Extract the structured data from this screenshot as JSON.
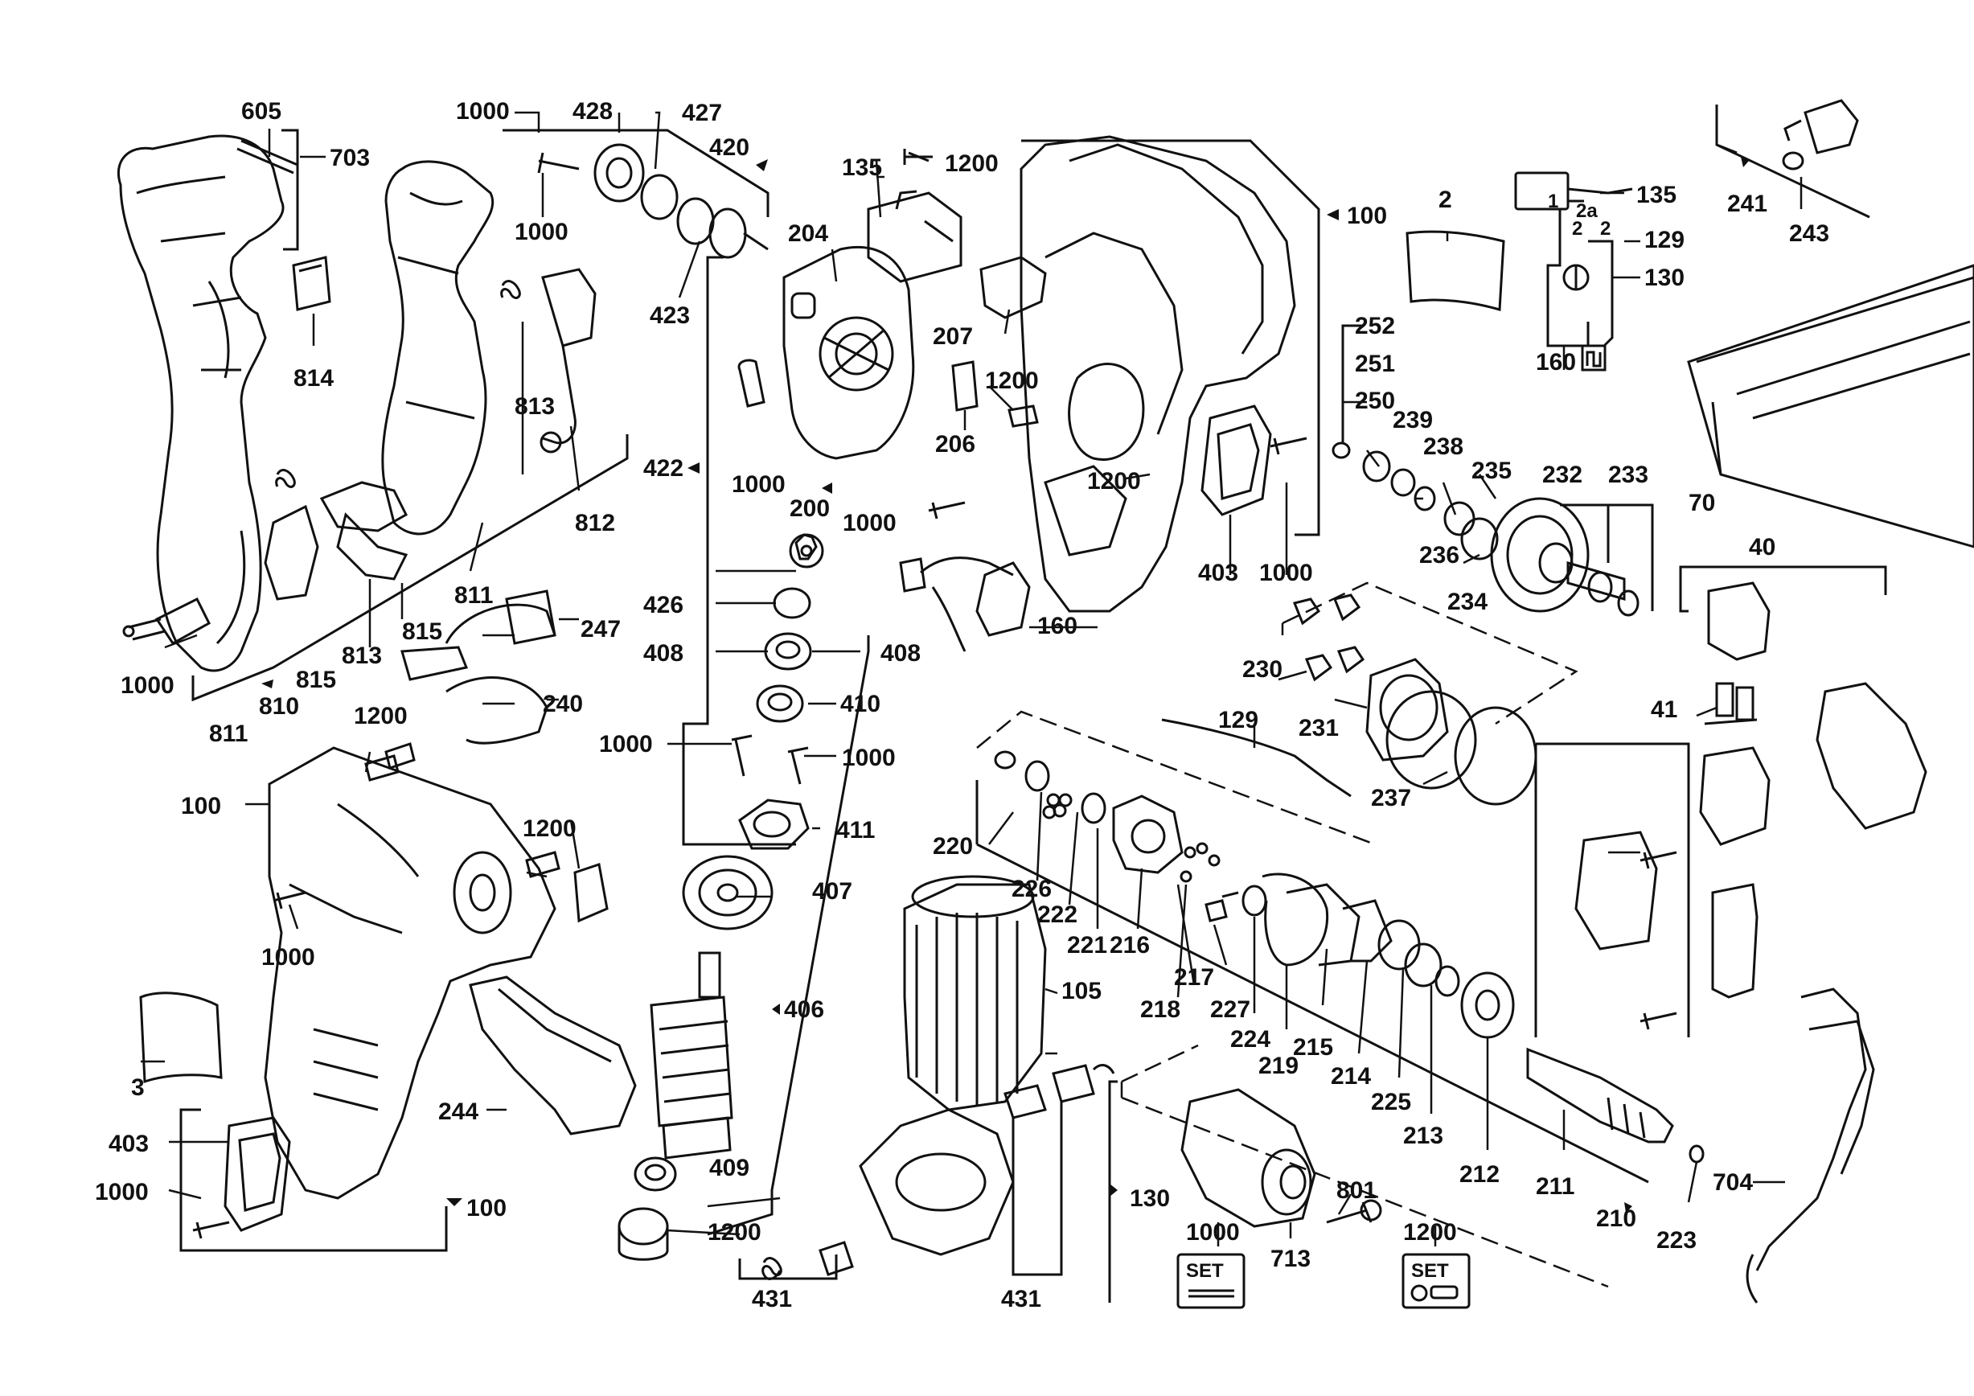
{
  "labels": {
    "l605": "605",
    "l703": "703",
    "l1000a": "1000",
    "l428": "428",
    "l427": "427",
    "l420": "420",
    "l1000b": "1000",
    "l423": "423",
    "l814": "814",
    "l813a": "813",
    "l812": "812",
    "l811a": "811",
    "l815a": "815",
    "l813b": "813",
    "l815b": "815",
    "l1000c": "1000",
    "l810": "810",
    "l811b": "811",
    "l135a": "135",
    "l1200a": "1200",
    "l204": "204",
    "l207": "207",
    "l1200b": "1200",
    "l206": "206",
    "l422": "422",
    "l1000d": "1000",
    "l200": "200",
    "l1000e": "1000",
    "l1200c": "1200",
    "l100a": "100",
    "l2": "2",
    "l252": "252",
    "l251": "251",
    "l250": "250",
    "l239": "239",
    "l238": "238",
    "l235": "235",
    "l236": "236",
    "l232": "232",
    "l233": "233",
    "l234": "234",
    "l403a": "403",
    "l1000f": "1000",
    "l135b": "135",
    "l129a": "129",
    "l130a": "130",
    "l160a": "160",
    "l241": "241",
    "l243": "243",
    "l70": "70",
    "l40": "40",
    "l41": "41",
    "l426": "426",
    "l408a": "408",
    "l408b": "408",
    "l410": "410",
    "l1000g": "1000",
    "l1000h": "1000",
    "l411": "411",
    "l407": "407",
    "l406": "406",
    "l409": "409",
    "l1200d": "1200",
    "l160b": "160",
    "l247": "247",
    "l240": "240",
    "l1200e": "1200",
    "l100b": "100",
    "l1200f": "1200",
    "l1000i": "1000",
    "l3": "3",
    "l403b": "403",
    "l1000j": "1000",
    "l100c": "100",
    "l244": "244",
    "l105": "105",
    "l431a": "431",
    "l431b": "431",
    "l130b": "130",
    "l230": "230",
    "l231": "231",
    "l129b": "129",
    "l237": "237",
    "l220": "220",
    "l226": "226",
    "l222": "222",
    "l221": "221",
    "l216": "216",
    "l217": "217",
    "l218": "218",
    "l227": "227",
    "l224": "224",
    "l219": "219",
    "l215": "215",
    "l214": "214",
    "l225": "225",
    "l213": "213",
    "l212": "212",
    "l211": "211",
    "l210": "210",
    "l223": "223",
    "l704": "704",
    "l1000k": "1000",
    "l713": "713",
    "l801": "801",
    "l1200g": "1200"
  },
  "set_badges": {
    "set1": {
      "label": "SET",
      "part": "1000"
    },
    "set2": {
      "label": "SET",
      "part": "1200"
    }
  },
  "schematic": {
    "s1": "1",
    "s2a": "2a",
    "s2b": "2",
    "s2c": "2"
  },
  "colors": {
    "line": "#111111",
    "background": "#ffffff"
  }
}
